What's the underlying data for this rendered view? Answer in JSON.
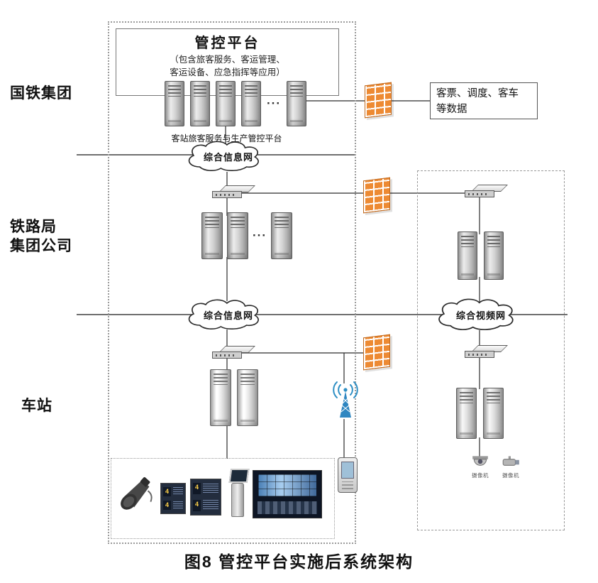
{
  "figure": {
    "caption": "图8  管控平台实施后系统架构"
  },
  "tiers": {
    "tier1": "国铁集团",
    "tier2_line1": "铁路局",
    "tier2_line2": "集团公司",
    "tier3": "车站"
  },
  "platform_box": {
    "title": "管控平台",
    "subtitle_line1": "（包含旅客服务、客运管理、",
    "subtitle_line2": "客运设备、应急指挥等应用）",
    "servers_caption": "客站旅客服务与生产管控平台"
  },
  "data_box": {
    "line1": "客票、调度、客车",
    "line2": "等数据"
  },
  "clouds": {
    "top_info": "综合信息网",
    "mid_info": "综合信息网",
    "video": "综合视频网"
  },
  "ellipsis": "···",
  "boards": {
    "digit": "4"
  },
  "cameras": {
    "label1": "摄像机",
    "label2": "摄像机"
  },
  "colors": {
    "firewall": "#ed8a33",
    "antenna": "#2e86c1"
  }
}
